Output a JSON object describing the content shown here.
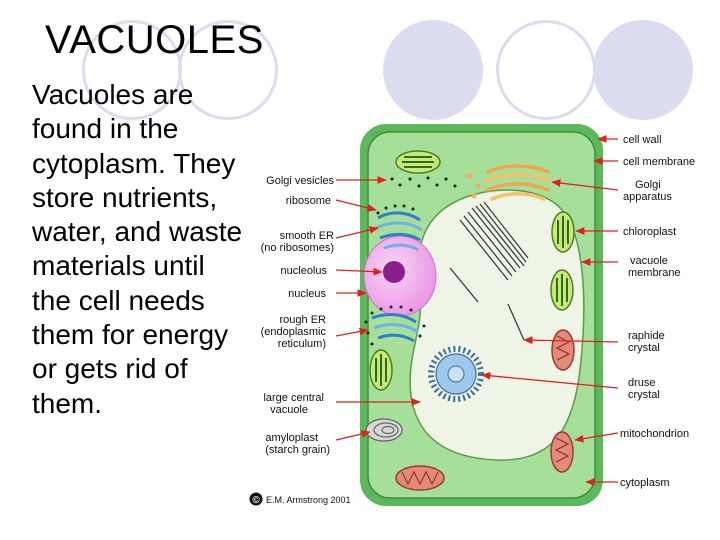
{
  "slide": {
    "title": "VACUOLES",
    "body": "Vacuoles are found in the cytoplasm. They store nutrients, water, and waste materials until the cell needs them for energy or gets rid of them."
  },
  "colors": {
    "background": "#ffffff",
    "decoration": "#dcdcf0",
    "cell_wall": "#5cb85c",
    "cytoplasm": "#a6df9a",
    "vacuole": "#eef4e6",
    "nucleus": "#f2b6ee",
    "nucleolus": "#8a1f8c",
    "arrow": "#e0201a"
  },
  "diagram": {
    "labels_left": [
      {
        "id": "golgi-vesicles",
        "lines": [
          "Golgi vesicles"
        ]
      },
      {
        "id": "ribosome",
        "lines": [
          "ribosome"
        ]
      },
      {
        "id": "smooth-er",
        "lines": [
          "smooth ER",
          "(no ribosomes)"
        ]
      },
      {
        "id": "nucleolus",
        "lines": [
          "nucleolus"
        ]
      },
      {
        "id": "nucleus",
        "lines": [
          "nucleus"
        ]
      },
      {
        "id": "rough-er",
        "lines": [
          "rough ER",
          "(endoplasmic",
          "reticulum)"
        ]
      },
      {
        "id": "large-central-vacuole",
        "lines": [
          "large central",
          "vacuole"
        ]
      },
      {
        "id": "amyloplast",
        "lines": [
          "amyloplast",
          "(starch grain)"
        ]
      }
    ],
    "labels_right": [
      {
        "id": "cell-wall",
        "lines": [
          "cell wall"
        ]
      },
      {
        "id": "cell-membrane",
        "lines": [
          "cell membrane"
        ]
      },
      {
        "id": "golgi-apparatus",
        "lines": [
          "Golgi",
          "apparatus"
        ]
      },
      {
        "id": "chloroplast",
        "lines": [
          "chloroplast"
        ]
      },
      {
        "id": "vacuole-membrane",
        "lines": [
          "vacuole",
          "membrane"
        ]
      },
      {
        "id": "raphide-crystal",
        "lines": [
          "raphide",
          "crystal"
        ]
      },
      {
        "id": "druse-crystal",
        "lines": [
          "druse",
          "crystal"
        ]
      },
      {
        "id": "mitochondrion",
        "lines": [
          "mitochondrion"
        ]
      },
      {
        "id": "cytoplasm",
        "lines": [
          "cytoplasm"
        ]
      }
    ],
    "copyright": "E.M. Armstrong 2001",
    "copyright_symbol": "©"
  }
}
